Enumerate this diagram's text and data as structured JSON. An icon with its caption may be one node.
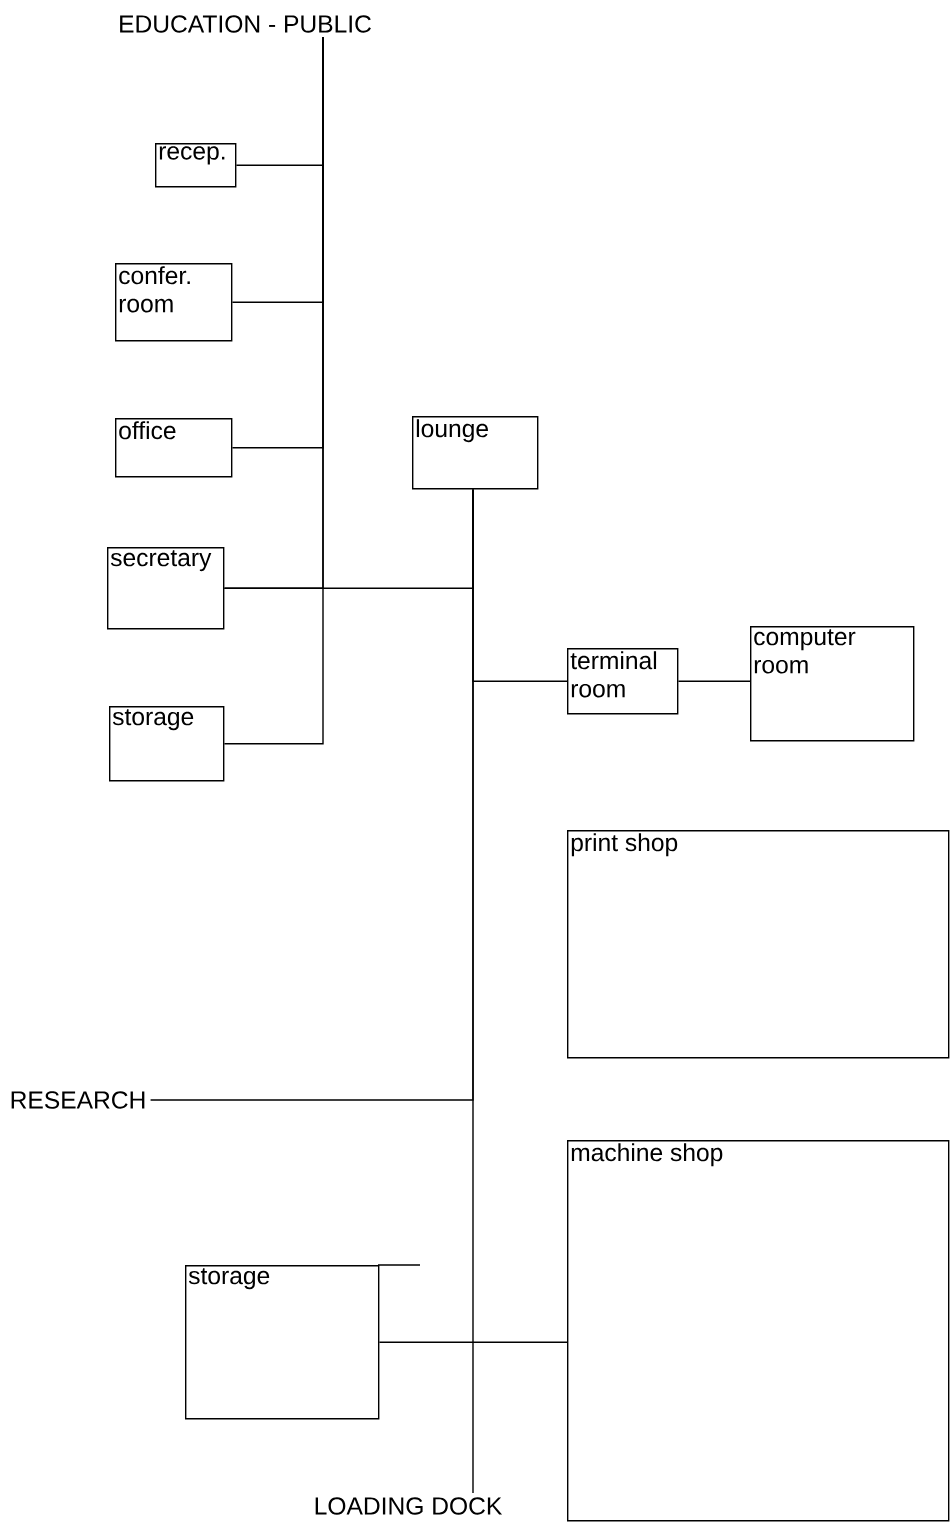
{
  "diagram": {
    "nodes": [
      {
        "text": [
          "EDUCATION - PUBLIC"
        ]
      },
      {
        "text": [
          "recep."
        ]
      },
      {
        "text": [
          "confer. room"
        ]
      },
      {
        "text": [
          "office"
        ]
      },
      {
        "text": [
          "secretary"
        ]
      },
      {
        "text": [
          "storage"
        ]
      },
      {
        "text": [
          "lounge"
        ]
      },
      {
        "text": [
          "terminal room"
        ]
      },
      {
        "text": [
          "computer room"
        ]
      },
      {
        "text": [
          "print shop"
        ]
      },
      {
        "text": [
          "RESEARCH"
        ]
      },
      {
        "text": [
          "machine shop"
        ]
      },
      {
        "text": [
          "storage"
        ]
      },
      {
        "text": [
          "LOADING DOCK"
        ]
      }
    ],
    "edges": [
      {
        "from": 0,
        "to": 1,
        "arrow": "none"
      },
      {
        "from": 0,
        "to": 2,
        "arrow": "none"
      },
      {
        "from": 0,
        "to": 3,
        "arrow": "none"
      },
      {
        "from": 0,
        "to": 4,
        "arrow": "none"
      },
      {
        "from": 0,
        "to": 5,
        "arrow": "none"
      },
      {
        "from": 6,
        "to": 4,
        "arrow": "none"
      },
      {
        "from": 6,
        "to": 7,
        "arrow": "none"
      },
      {
        "from": 7,
        "to": 8,
        "arrow": "none"
      },
      {
        "from": 6,
        "to": 10,
        "arrow": "none"
      },
      {
        "from": 12,
        "to": 11,
        "arrow": "none"
      },
      {
        "from": 6,
        "to": 13,
        "arrow": "none"
      }
    ]
  }
}
